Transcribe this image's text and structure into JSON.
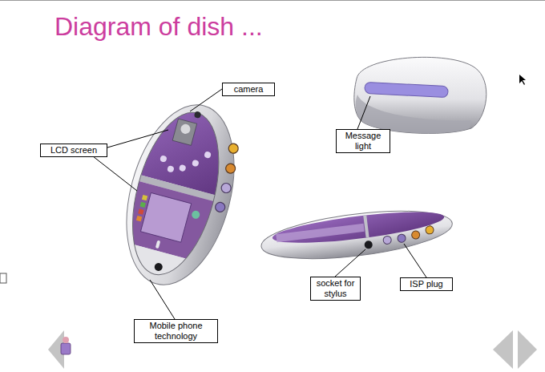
{
  "diagram": {
    "title": "Diagram of dish ...",
    "nodes": [
      {
        "text": [
          "camera"
        ]
      },
      {
        "text": [
          "LCD screen"
        ]
      },
      {
        "text": [
          "Message light"
        ]
      },
      {
        "text": [
          "ISP plug"
        ]
      },
      {
        "text": [
          "socket for stylus"
        ]
      },
      {
        "text": [
          "Mobile phone technology"
        ]
      }
    ]
  }
}
